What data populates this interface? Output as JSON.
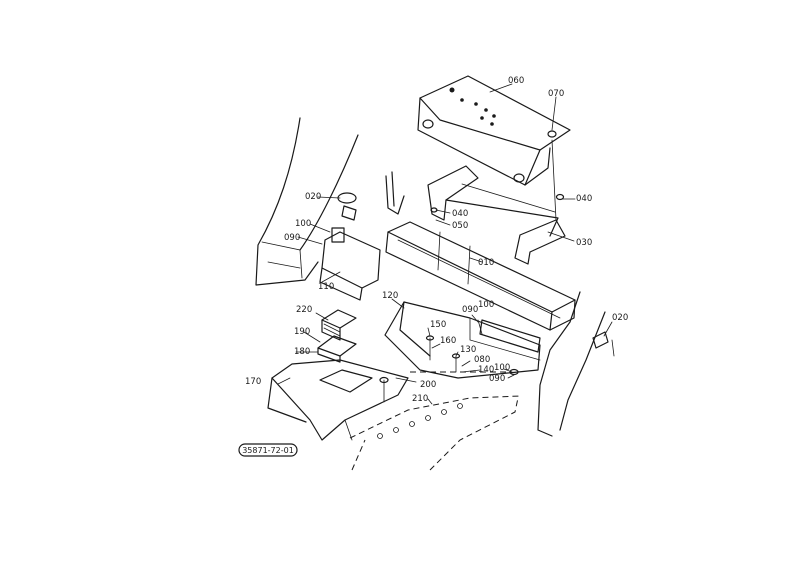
{
  "diagram": {
    "code": "35871-72-01",
    "labels": {
      "l010": "010",
      "l020a": "020",
      "l020b": "020",
      "l030": "030",
      "l040a": "040",
      "l040b": "040",
      "l050": "050",
      "l060": "060",
      "l070": "070",
      "l080": "080",
      "l090a": "090",
      "l090b": "090",
      "l090c": "090",
      "l100a": "100",
      "l100b": "100",
      "l100c": "100",
      "l110": "110",
      "l120": "120",
      "l130": "130",
      "l140": "140",
      "l150": "150",
      "l160": "160",
      "l170": "170",
      "l180": "180",
      "l190": "190",
      "l200": "200",
      "l210": "210",
      "l220": "220"
    }
  }
}
